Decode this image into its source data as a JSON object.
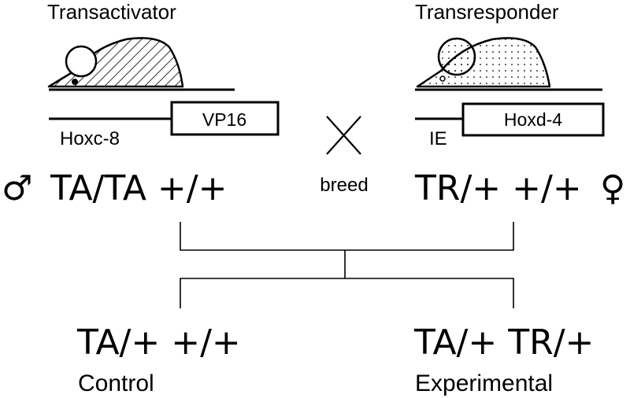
{
  "transactivator": {
    "title": "Transactivator",
    "gene_label": "Hoxc-8",
    "box_label": "VP16",
    "genotype": "TA/TA +/+",
    "sex_symbol": "♂"
  },
  "transresponder": {
    "title": "Transresponder",
    "gene_label": "IE",
    "box_label": "Hoxd-4",
    "genotype": "TR/+ +/+",
    "sex_symbol": "♀"
  },
  "cross": {
    "label": "breed"
  },
  "offspring": {
    "control": {
      "genotype": "TA/+ +/+",
      "label": "Control"
    },
    "experimental": {
      "genotype": "TA/+ TR/+",
      "label": "Experimental"
    }
  }
}
